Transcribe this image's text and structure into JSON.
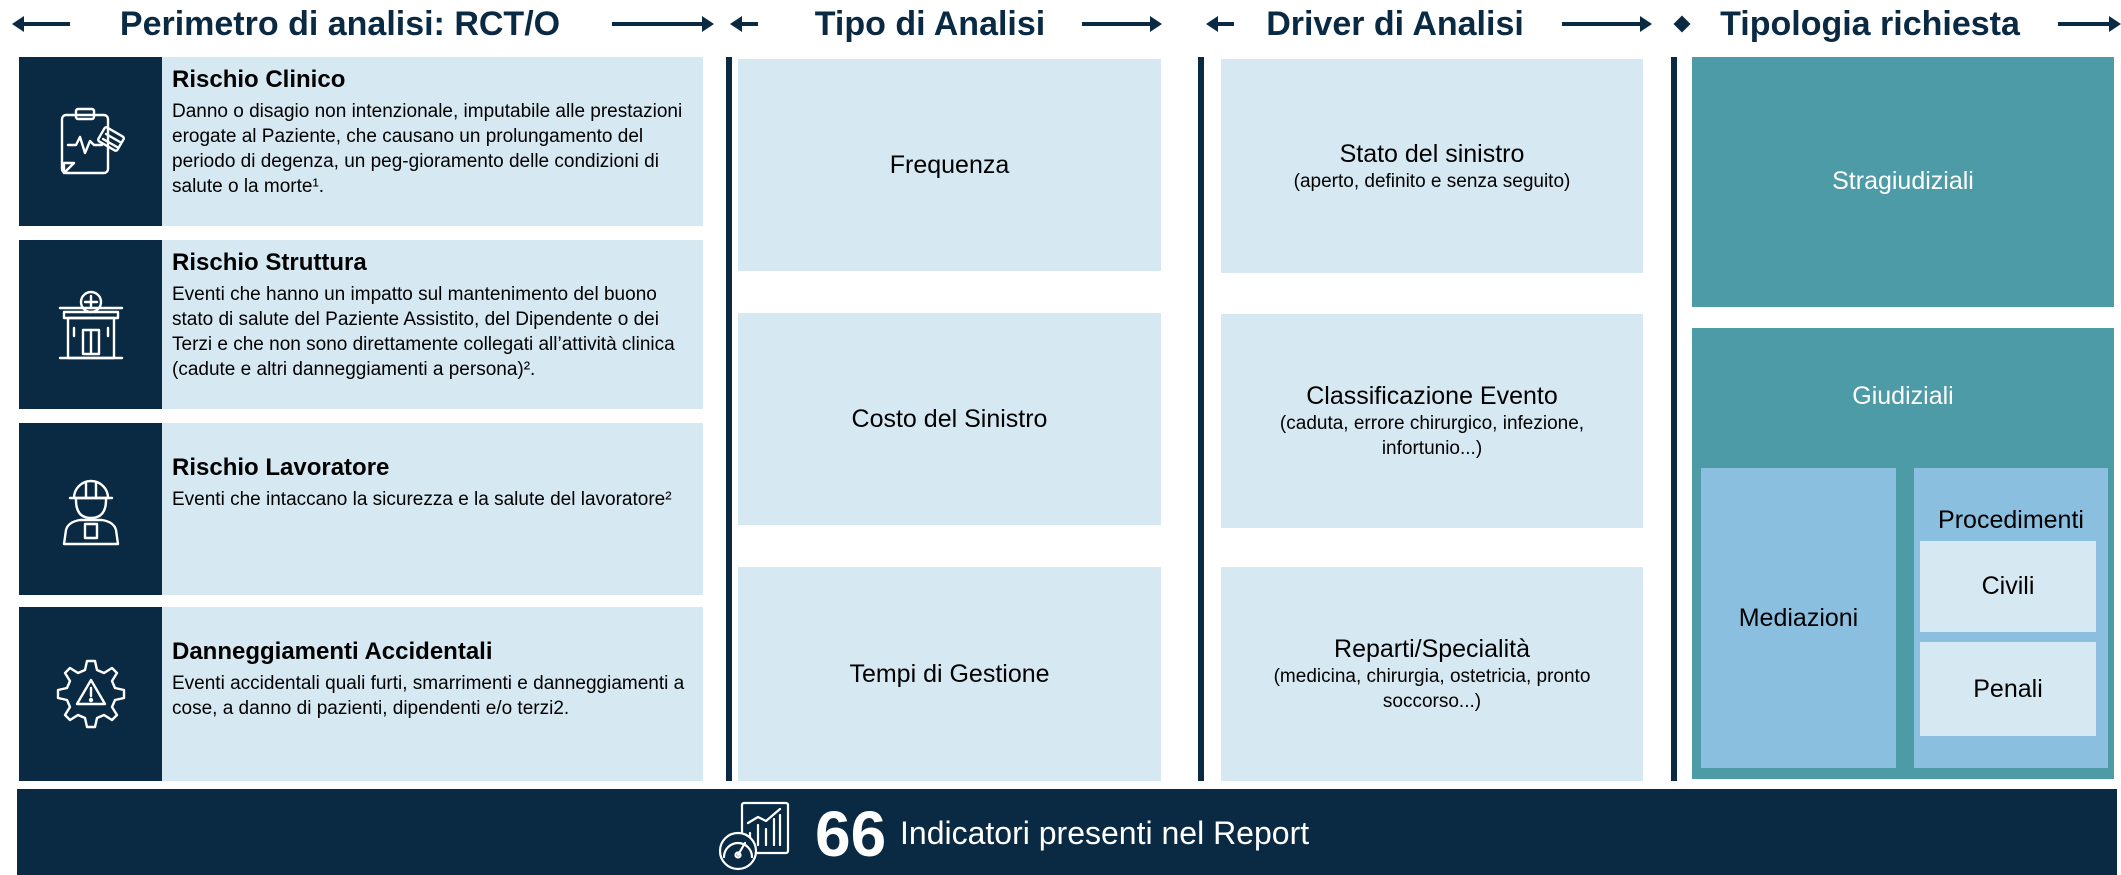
{
  "headers": {
    "perimetro": "Perimetro di analisi: RCT/O",
    "tipo": "Tipo di Analisi",
    "driver": "Driver di Analisi",
    "tipologia": "Tipologia richiesta"
  },
  "risks": [
    {
      "title": "Rischio Clinico",
      "desc": "Danno o disagio non intenzionale, imputabile alle prestazioni erogate al Paziente, che causano un prolungamento del periodo di degenza, un peg-gioramento delle condizioni di salute o la morte¹.",
      "icon": "clipboard-heartbeat-icon"
    },
    {
      "title": "Rischio Struttura",
      "desc": "Eventi che hanno un impatto sul mantenimento del buono stato di salute del Paziente Assistito, del Dipendente o dei Terzi e che non sono direttamente collegati all’attività clinica (cadute e altri danneggiamenti a persona)².",
      "icon": "hospital-building-icon"
    },
    {
      "title": "Rischio Lavoratore",
      "desc": "Eventi che intaccano la sicurezza e la salute del lavoratore²",
      "icon": "worker-helmet-icon"
    },
    {
      "title": "Danneggiamenti Accidentali",
      "desc": "Eventi accidentali quali furti, smarrimenti e danneggiamenti a cose, a danno di pazienti, dipendenti e/o terzi2.",
      "icon": "gear-warning-icon"
    }
  ],
  "tipo_analisi": [
    "Frequenza",
    "Costo del Sinistro",
    "Tempi di Gestione"
  ],
  "drivers": [
    {
      "main": "Stato del sinistro",
      "sub": "(aperto, definito e senza seguito)"
    },
    {
      "main": "Classificazione Evento",
      "sub": "(caduta, errore chirurgico, infezione, infortunio...)"
    },
    {
      "main": "Reparti/Specialità",
      "sub": "(medicina, chirurgia, ostetricia, pronto soccorso...)"
    }
  ],
  "tipologia": {
    "stragiudiziali": "Stragiudiziali",
    "giudiziali": "Giudiziali",
    "mediazioni": "Mediazioni",
    "procedimenti": "Procedimenti",
    "civili": "Civili",
    "penali": "Penali"
  },
  "footer": {
    "number": "66",
    "text": "Indicatori presenti nel Report",
    "icon": "dashboard-report-icon"
  },
  "colors": {
    "navy": "#0a2a44",
    "light_blue": "#d6e8f2",
    "teal": "#4d9ba6",
    "mid_blue": "#8bbfdf"
  }
}
